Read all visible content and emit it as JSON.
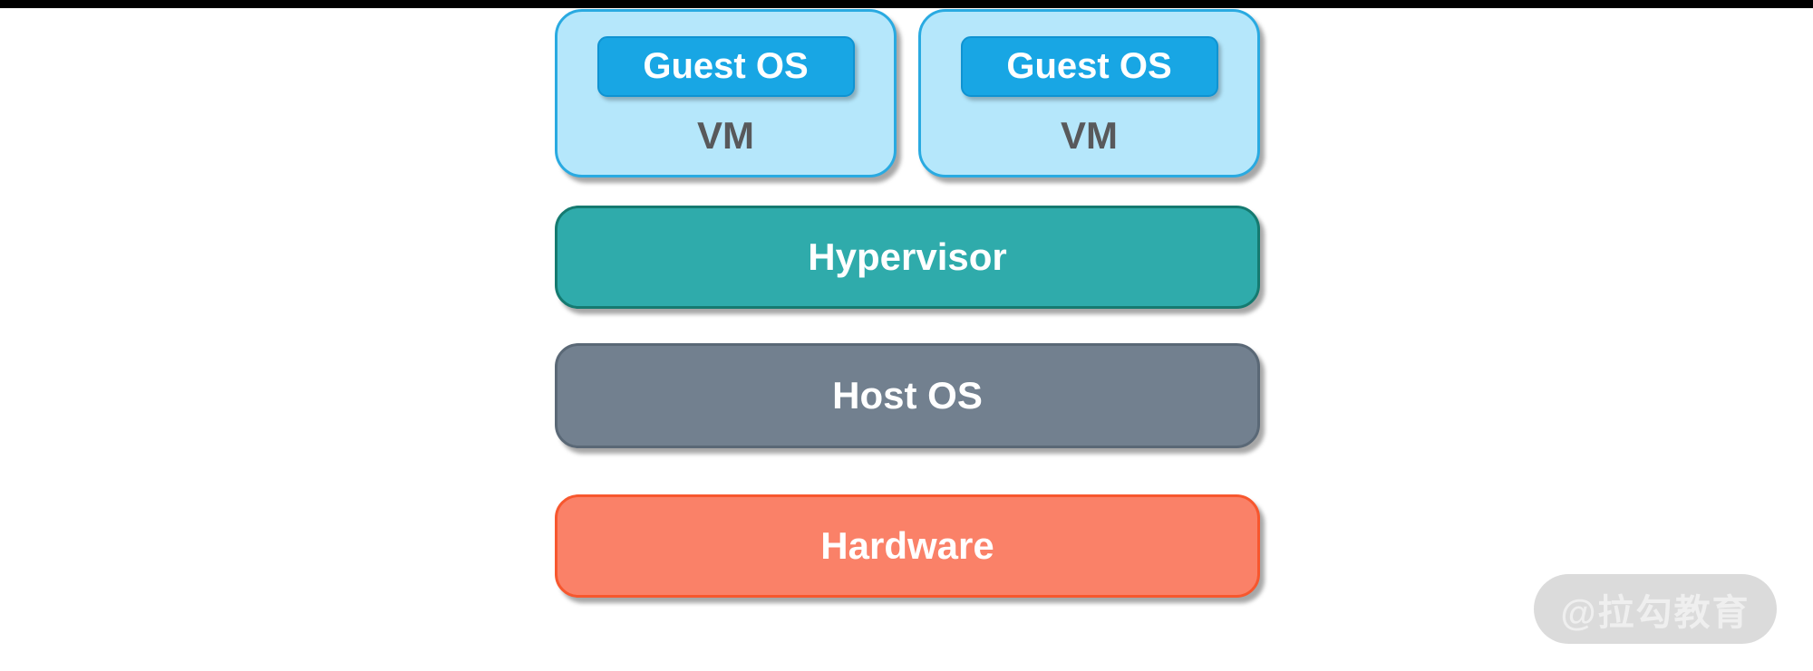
{
  "diagram": {
    "vms": [
      {
        "guest_os_label": "Guest OS",
        "vm_label": "VM"
      },
      {
        "guest_os_label": "Guest OS",
        "vm_label": "VM"
      }
    ],
    "layers": [
      {
        "id": "hypervisor",
        "label": "Hypervisor",
        "fill": "#2fabab",
        "border": "#157a70"
      },
      {
        "id": "host-os",
        "label": "Host OS",
        "fill": "#72808f",
        "border": "#5a6876"
      },
      {
        "id": "hardware",
        "label": "Hardware",
        "fill": "#fa8168",
        "border": "#f7572e"
      }
    ],
    "vm_style": {
      "fill": "#b5e7fb",
      "border": "#29aae1",
      "label_color": "#58595b"
    },
    "guest_style": {
      "fill": "#18a6e4",
      "border": "#0f93d2",
      "text_color": "#ffffff"
    },
    "top_bar_color": "#000000"
  },
  "watermark": {
    "text": "@拉勾教育",
    "bg": "#dbdbdb",
    "text_color": "#efefef"
  }
}
